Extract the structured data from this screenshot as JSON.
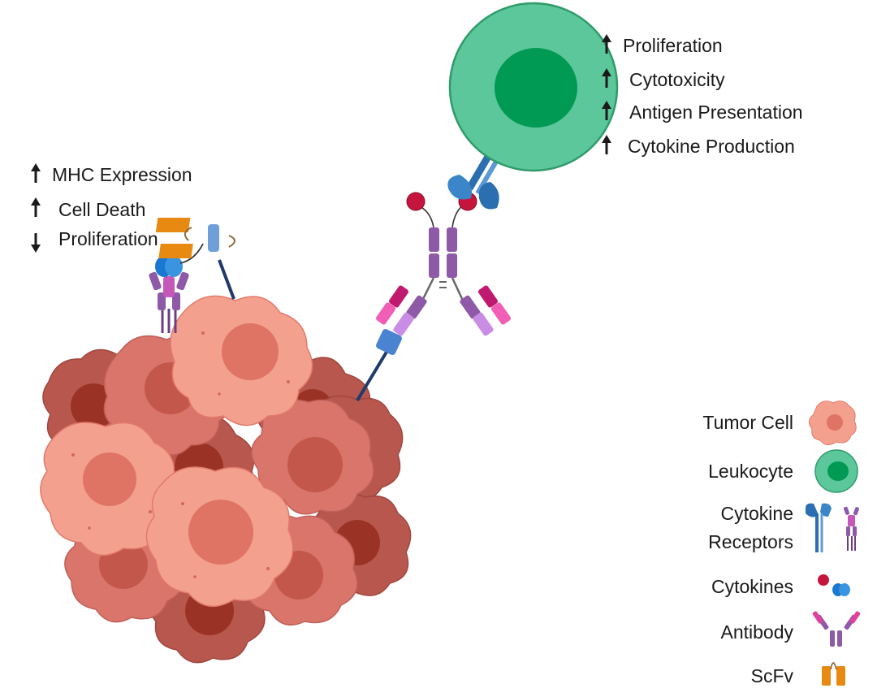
{
  "tumor_effects": [
    {
      "direction": "up",
      "text": "MHC Expression"
    },
    {
      "direction": "up",
      "text": "Cell Death"
    },
    {
      "direction": "down",
      "text": "Proliferation"
    }
  ],
  "leukocyte_effects": [
    {
      "direction": "up",
      "text": "Proliferation"
    },
    {
      "direction": "up",
      "text": "Cytotoxicity"
    },
    {
      "direction": "up",
      "text": "Antigen Presentation"
    },
    {
      "direction": "up",
      "text": "Cytokine Production"
    }
  ],
  "legend": {
    "tumor_cell": "Tumor Cell",
    "leukocyte": "Leukocyte",
    "cytokine_receptors_line1": "Cytokine",
    "cytokine_receptors_line2": "Receptors",
    "cytokines": "Cytokines",
    "antibody": "Antibody",
    "scfv": "ScFv"
  },
  "colors": {
    "tumor_light": "#f4a08f",
    "tumor_light_nucleus": "#df7464",
    "tumor_dark": "#b8574e",
    "tumor_dark_nucleus": "#9a3326",
    "leukocyte": "#5cc79a",
    "leukocyte_nucleus": "#009a55",
    "antibody_heavy": "#8e5aa8",
    "antibody_light": "#e0419c",
    "scfv": "#e88a12",
    "receptor_blue": "#3a86c8",
    "cytokine_red": "#c6153d",
    "cytokine_blue": "#1a78d0"
  }
}
